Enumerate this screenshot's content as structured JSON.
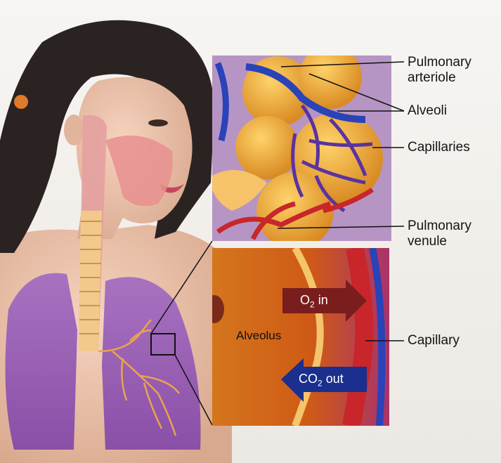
{
  "labels": {
    "pulmonary_arteriole": "Pulmonary\narteriole",
    "alveoli": "Alveoli",
    "capillaries": "Capillaries",
    "pulmonary_venule": "Pulmonary\nvenule",
    "capillary": "Capillary",
    "alveolus": "Alveolus"
  },
  "arrows": {
    "o2_prefix": "O",
    "o2_sub": "2",
    "o2_suffix": " in",
    "co2_prefix": "CO",
    "co2_sub": "2",
    "co2_suffix": " out"
  },
  "colors": {
    "lung": "#9a62b5",
    "artery_blue": "#2a43b8",
    "vessel_red": "#c8262b",
    "alveolus_orange": "#e6a13a",
    "o2_arrow": "#7a1d1d",
    "co2_arrow": "#1a2f8e"
  }
}
